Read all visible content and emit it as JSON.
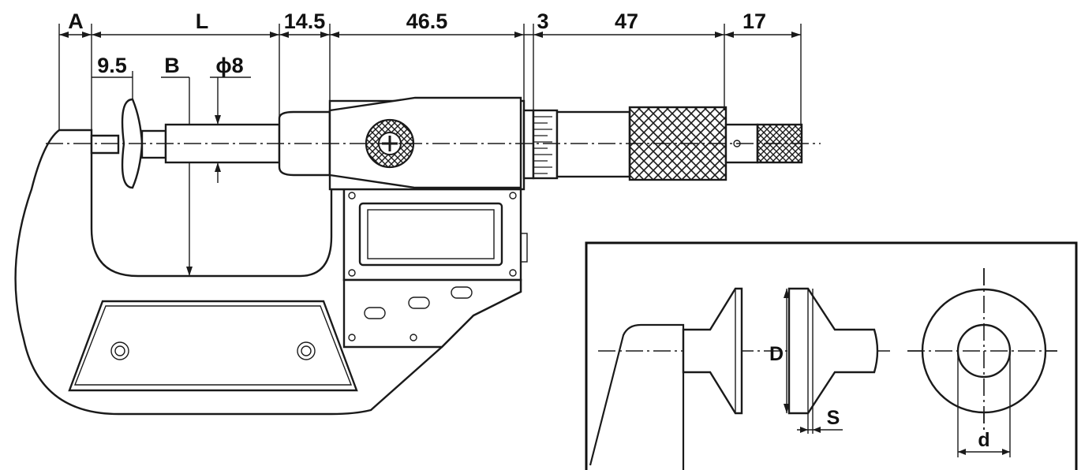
{
  "dimensions": {
    "a": "A",
    "l": "L",
    "d14_5": "14.5",
    "d46_5": "46.5",
    "d3": "3",
    "d47": "47",
    "d17": "17",
    "d9_5": "9.5",
    "b": "B",
    "phi8": "ϕ8"
  },
  "inset": {
    "d_major": "D",
    "s": "S",
    "d_minor": "d"
  }
}
